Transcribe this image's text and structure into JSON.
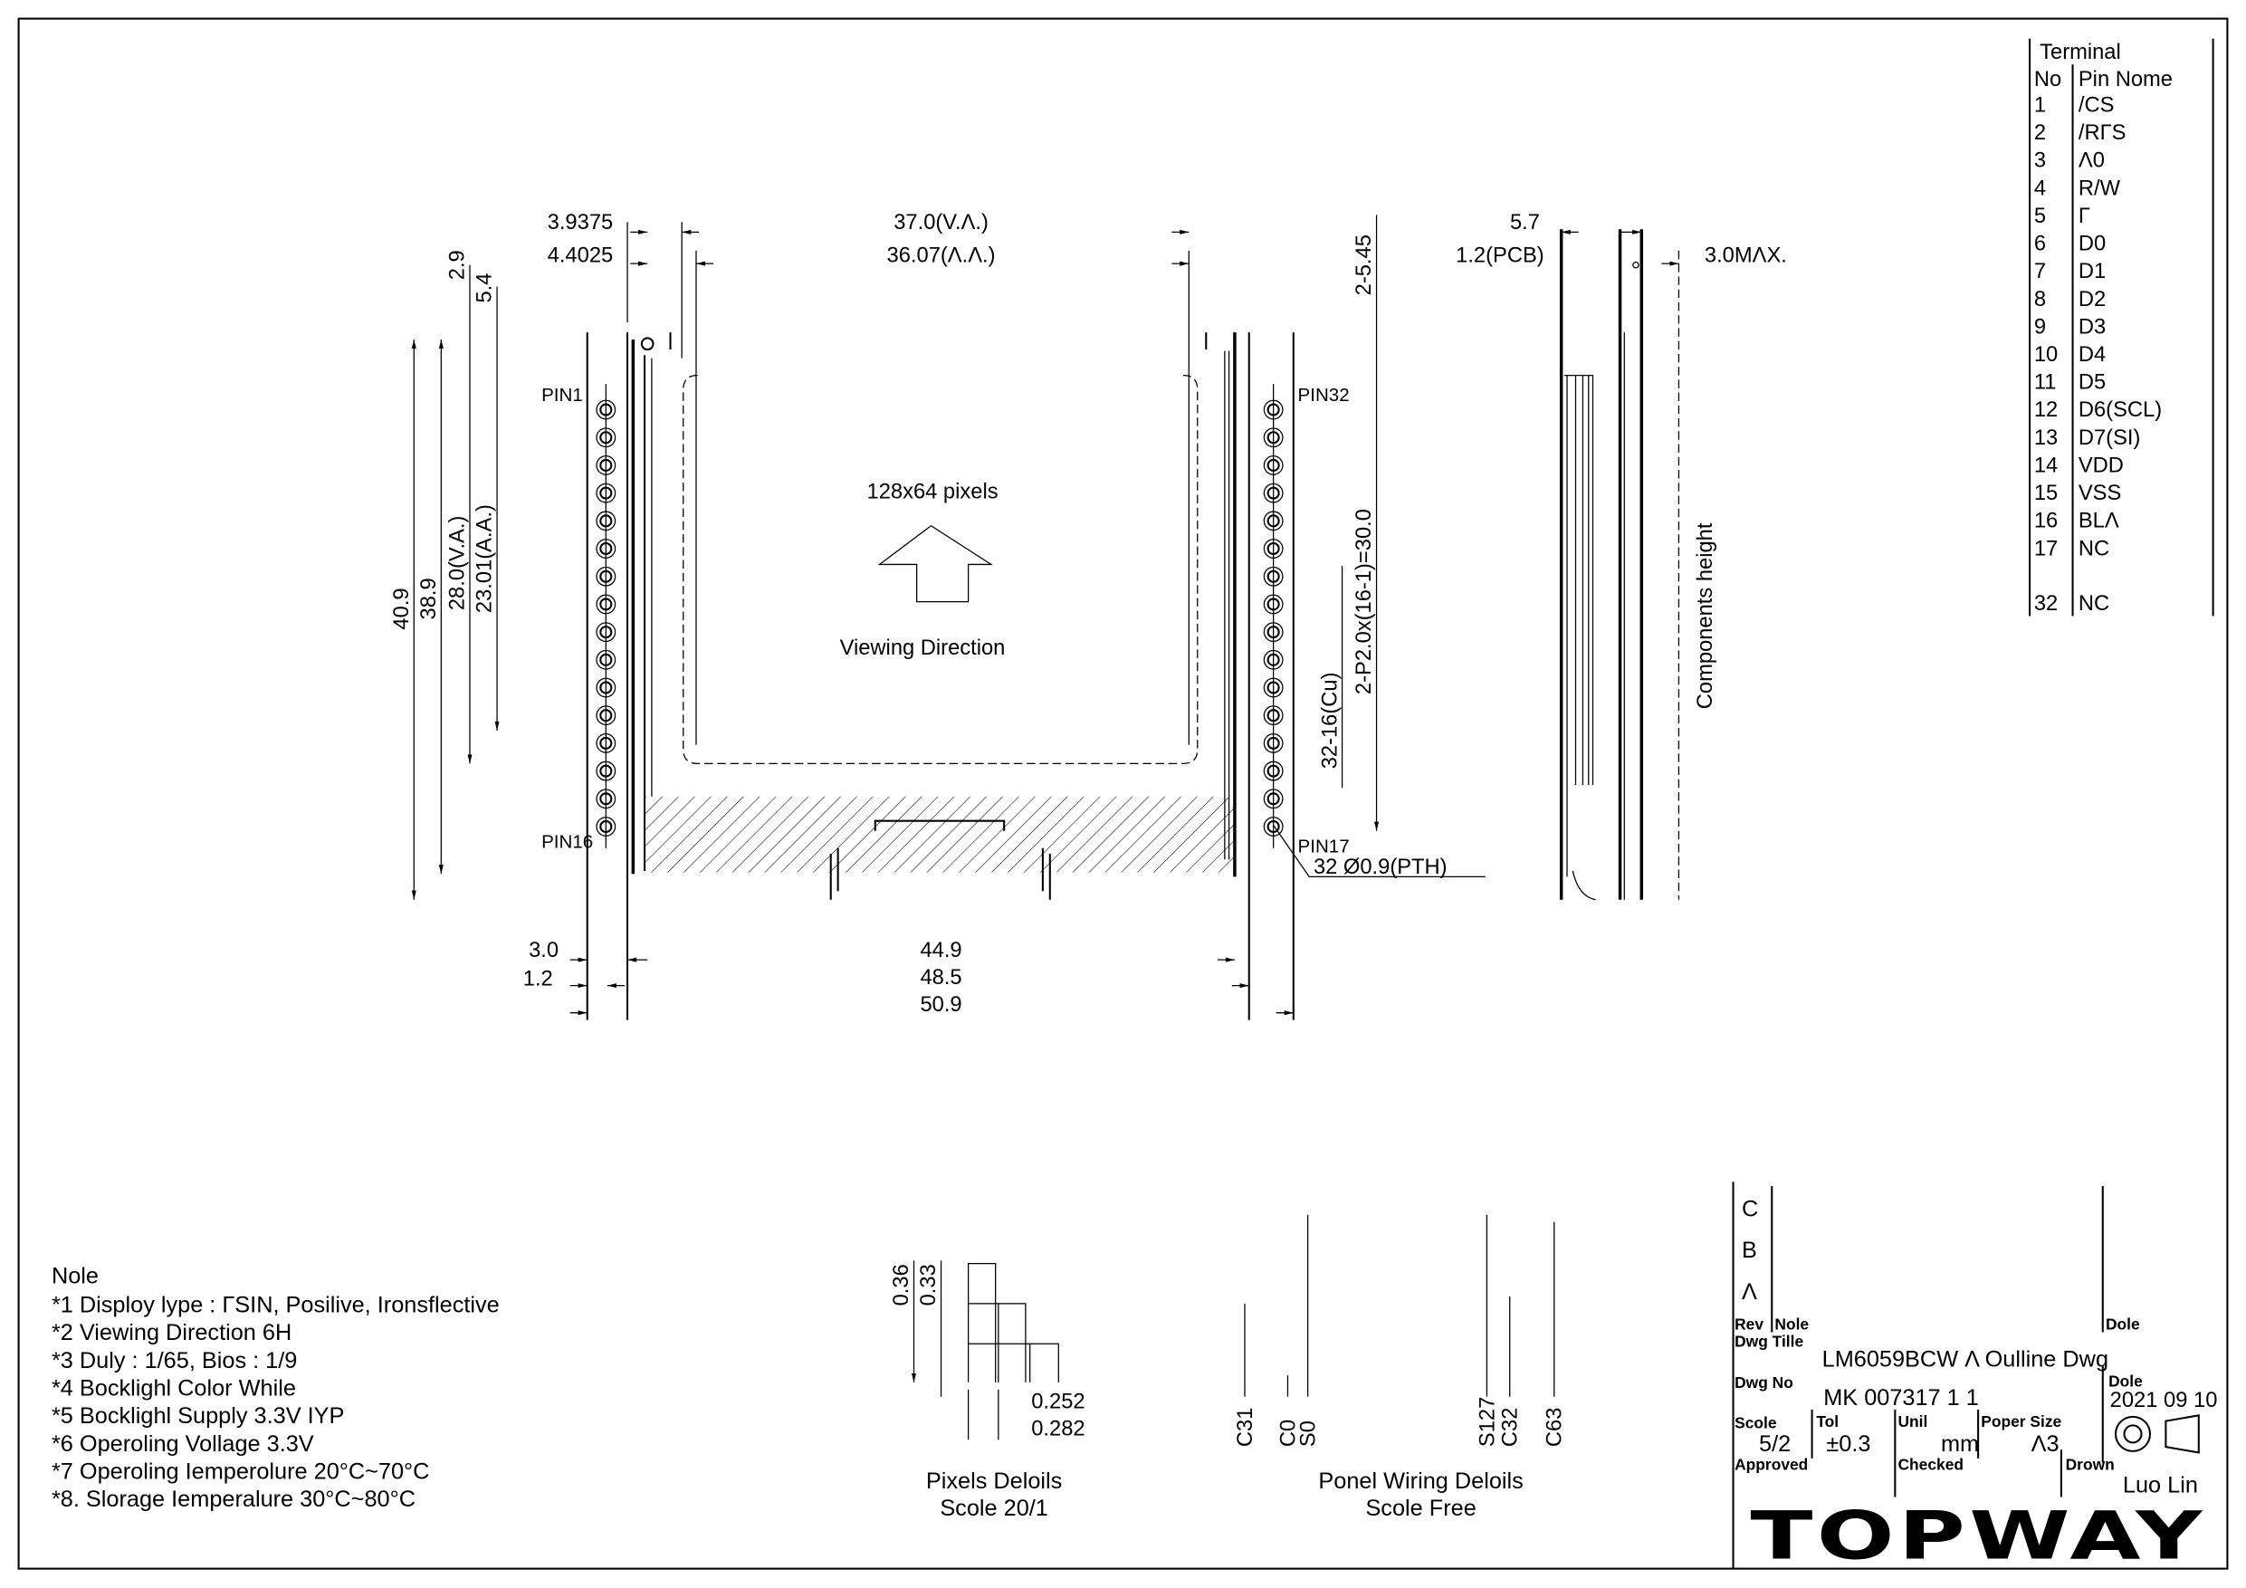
{
  "terminal": {
    "title": "Terminal",
    "header_no": "No",
    "header_pin": "Pin Nome",
    "rows": [
      {
        "no": "1",
        "pin": "/CS"
      },
      {
        "no": "2",
        "pin": "/RΓS"
      },
      {
        "no": "3",
        "pin": "Λ0"
      },
      {
        "no": "4",
        "pin": "R/W"
      },
      {
        "no": "5",
        "pin": "Γ"
      },
      {
        "no": "6",
        "pin": "D0"
      },
      {
        "no": "7",
        "pin": "D1"
      },
      {
        "no": "8",
        "pin": "D2"
      },
      {
        "no": "9",
        "pin": "D3"
      },
      {
        "no": "10",
        "pin": "D4"
      },
      {
        "no": "11",
        "pin": "D5"
      },
      {
        "no": "12",
        "pin": "D6(SCL)"
      },
      {
        "no": "13",
        "pin": "D7(SI)"
      },
      {
        "no": "14",
        "pin": "VDD"
      },
      {
        "no": "15",
        "pin": "VSS"
      },
      {
        "no": "16",
        "pin": "BLΛ"
      },
      {
        "no": "17",
        "pin": "NC"
      },
      {
        "no": "32",
        "pin": "NC"
      }
    ]
  },
  "front_view": {
    "dim_top_1": "3.9375",
    "dim_top_2": "4.4025",
    "dim_va_width": "37.0(V.Λ.)",
    "dim_aa_width": "36.07(Λ.Λ.)",
    "dim_29": "2.9",
    "dim_54": "5.4",
    "dim_409": "40.9",
    "dim_389": "38.9",
    "dim_280": "28.0(V.A.)",
    "dim_2301": "23.01(A.A.)",
    "pixels": "128x64 pixels",
    "viewing": "Viewing Direction",
    "pin1": "PIN1",
    "pin16": "PIN16",
    "pin32": "PIN32",
    "pin17": "PIN17",
    "hole": "32  Ø0.9(PTH)",
    "dim_545": "2-5.45",
    "dim_pitch": "2-P2.0x(16-1)=30.0",
    "dim_cu": "32-16(Cu)",
    "dim_30": "3.0",
    "dim_12": "1.2",
    "dim_449": "44.9",
    "dim_485": "48.5",
    "dim_509": "50.9"
  },
  "side_view": {
    "dim_57": "5.7",
    "dim_pcb": "1.2(PCB)",
    "dim_max": "3.0MΛX.",
    "components": "Components height"
  },
  "notes": {
    "title": "Nole",
    "items": [
      "*1  Disploy lype : ΓSIN, Posilive, Ironsflective",
      "*2  Viewing Direction   6H",
      "*3  Duly : 1/65, Bios : 1/9",
      "*4  Bocklighl Color    While",
      "*5  Bocklighl Supply    3.3V  IYP",
      "*6  Operoling Vollage    3.3V",
      "*7  Operoling Iemperolure     20°C~70°C",
      "*8. Slorage Iemperalure     30°C~80°C"
    ]
  },
  "pixel_details": {
    "dim_036": "0.36",
    "dim_033": "0.33",
    "dim_0252": "0.252",
    "dim_0282": "0.282",
    "title": "Pixels Deloils",
    "scale": "Scole 20/1"
  },
  "panel_wiring": {
    "labels": [
      "C31",
      "C0",
      "S0",
      "S127",
      "C32",
      "C63"
    ],
    "title": "Ponel Wiring Deloils",
    "scale": "Scole Free"
  },
  "title_block": {
    "revs": [
      "C",
      "B",
      "Λ"
    ],
    "rev_label": "Rev",
    "note_label": "Nole",
    "date_label": "Dole",
    "dwg_title_label": "Dwg Tille",
    "dwg_title": "LM6059BCW Λ Oulline Dwg",
    "dwg_no_label": "Dwg No",
    "dwg_no": "MK 007317 1 1",
    "date_label2": "Dole",
    "date": "2021 09 10",
    "scale_label": "Scole",
    "scale": "5/2",
    "tol_label": "Tol",
    "tol": "±0.3",
    "unit_label": "Unil",
    "unit": "mm",
    "paper_label": "Poper Size",
    "paper": "Λ3",
    "approved_label": "Approved",
    "checked_label": "Checked",
    "drawn_label": "Drown",
    "drawn": "Luo Lin",
    "logo": "TOPWAY"
  }
}
